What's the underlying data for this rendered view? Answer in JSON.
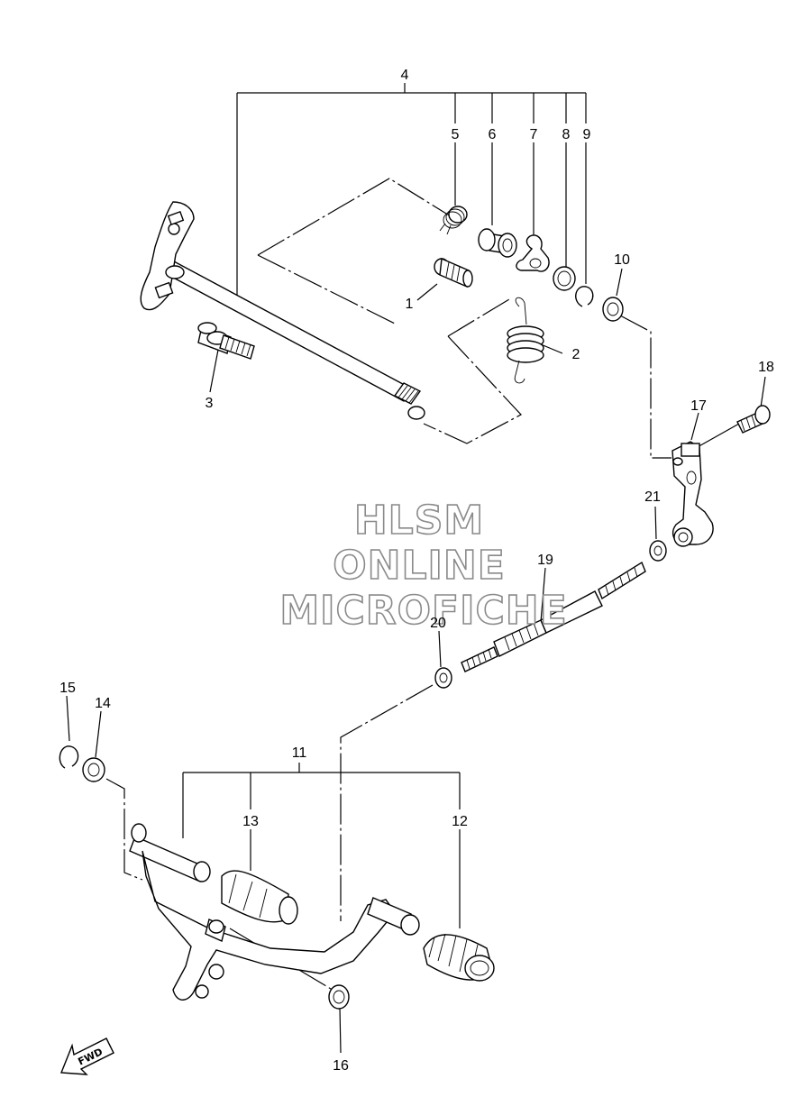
{
  "watermark": {
    "line1": "HLSM",
    "line2": "ONLINE",
    "line3": "MICROFICHE"
  },
  "fwd_label": "FWD",
  "callouts": {
    "c1": "1",
    "c2": "2",
    "c3": "3",
    "c4": "4",
    "c5": "5",
    "c6": "6",
    "c7": "7",
    "c8": "8",
    "c9": "9",
    "c10": "10",
    "c11": "11",
    "c12": "12",
    "c13": "13",
    "c14": "14",
    "c15": "15",
    "c16": "16",
    "c17": "17",
    "c18": "18",
    "c19": "19",
    "c20": "20",
    "c21": "21"
  }
}
